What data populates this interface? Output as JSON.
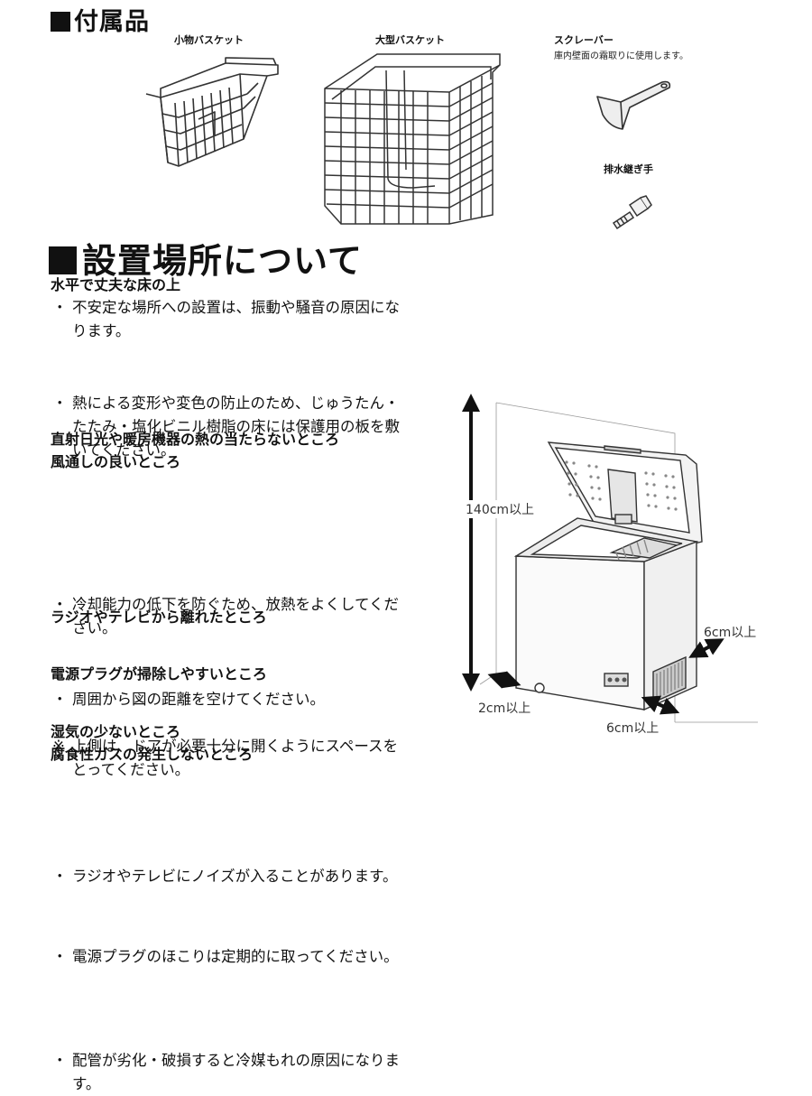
{
  "accessories": {
    "heading": "付属品",
    "small_basket": {
      "label": "小物バスケット"
    },
    "large_basket": {
      "label": "大型バスケット"
    },
    "scraper": {
      "label": "スクレーバー",
      "description": "庫内壁面の霜取りに使用します。"
    },
    "drain_fitting": {
      "label": "排水継ぎ手"
    }
  },
  "placement": {
    "heading": "設置場所について",
    "sections": [
      {
        "titles": [
          "水平で丈夫な床の上"
        ],
        "items": [
          {
            "mark": "・",
            "lines": [
              "不安定な場所への設置は、振動や騒音の原因にな",
              "ります。"
            ]
          },
          {
            "mark": "・",
            "lines": [
              "熱による変形や変色の防止のため、じゅうたん・",
              "たたみ・塩化ビニル樹脂の床には保護用の板を敷",
              "いてください。"
            ]
          }
        ]
      },
      {
        "titles": [
          "直射日光や暖房機器の熱の当たらないところ",
          "風通しの良いところ"
        ],
        "items": [
          {
            "mark": "・",
            "lines": [
              "冷却能力の低下を防ぐため、放熱をよくしてくだ",
              "さい。"
            ]
          },
          {
            "mark": "・",
            "lines": [
              "周囲から図の距離を空けてください。"
            ]
          },
          {
            "mark": "※",
            "lines": [
              "上側は、ドアが必要十分に開くようにスペースを",
              "とってください。"
            ]
          }
        ]
      },
      {
        "titles": [
          "ラジオやテレビから離れたところ"
        ],
        "items": [
          {
            "mark": "・",
            "lines": [
              "ラジオやテレビにノイズが入ることがあります。"
            ]
          }
        ]
      },
      {
        "titles": [
          "電源プラグが掃除しやすいところ"
        ],
        "items": [
          {
            "mark": "・",
            "lines": [
              "電源プラグのほこりは定期的に取ってください。"
            ]
          }
        ]
      },
      {
        "titles": [
          "湿気の少ないところ",
          "腐食性ガスの発生しないところ"
        ],
        "items": [
          {
            "mark": "・",
            "lines": [
              "配管が劣化・破損すると冷媒もれの原因になりま",
              "す。"
            ]
          }
        ]
      }
    ]
  },
  "clearances": {
    "top": "140cm以上",
    "left": "2cm以上",
    "right": "6cm以上",
    "back": "6cm以上"
  }
}
